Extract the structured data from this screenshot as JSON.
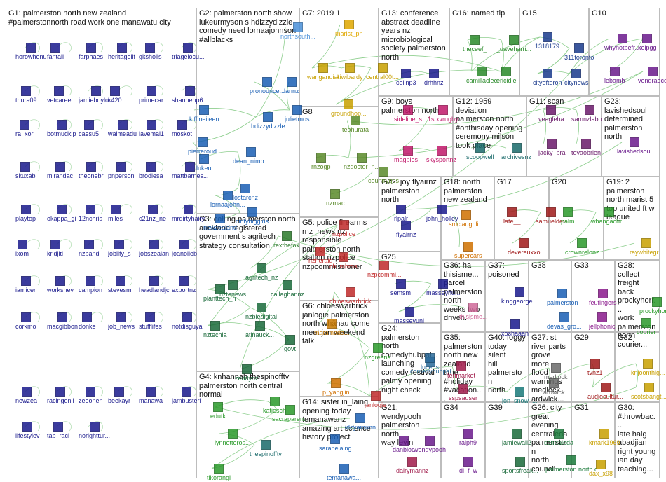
{
  "groups": [
    {
      "id": "G1",
      "label": "G1: palmerston north new zealand\n#palmerstonnorth road work one manawatu city"
    },
    {
      "id": "G2",
      "label": "G2: palmerston north show\nlukeurmyson s hdizzydizzle\ncomedy need lornaajohnson\n#allblacks"
    },
    {
      "id": "G7",
      "label": "G7: 2019 1"
    },
    {
      "id": "G13",
      "label": "G13: conference\nabstract deadline\nyears nz\nmicrobiological\nsociety palmerston\nnorth"
    },
    {
      "id": "G16",
      "label": "G16: named tip"
    },
    {
      "id": "G15",
      "label": "G15"
    },
    {
      "id": "G10",
      "label": "G10"
    },
    {
      "id": "G8",
      "label": "G8"
    },
    {
      "id": "G9",
      "label": "G9: boys\npalmerston north"
    },
    {
      "id": "G12",
      "label": "G12: 1959 deviation\npalmerston north\n#onthisday opening\nceremony milson\ntook place"
    },
    {
      "id": "G11",
      "label": "G11: scan"
    },
    {
      "id": "G23",
      "label": "G23:\nlavishedsoul\ndetermined\npalmerston\nnorth"
    },
    {
      "id": "G22",
      "label": "G22: joy flyairnz\npalmerston north"
    },
    {
      "id": "G18",
      "label": "G18: north\npalmerston\nnew zealand"
    },
    {
      "id": "G17",
      "label": "G17"
    },
    {
      "id": "G20",
      "label": "G20"
    },
    {
      "id": "G19",
      "label": "G19: 2\npalmerston\nnorth marist 5\ntop united ft w\nleague"
    },
    {
      "id": "G3",
      "label": "G3: calling palmerston north\nauckland registered\ngovernment s agritech\nstrategy consultation"
    },
    {
      "id": "G5",
      "label": "G5: police firearms\nrnz_news nz\nresponsible\npalmerston north\nstation nzpolice\nnzpcommissioner"
    },
    {
      "id": "G25",
      "label": "G25"
    },
    {
      "id": "G36",
      "label": "G36: ha\nthisisme...\nparcel\npalmerston\nnorth\nweeks two\ndriven..."
    },
    {
      "id": "G37",
      "label": "G37:\npoisoned"
    },
    {
      "id": "G38",
      "label": "G38"
    },
    {
      "id": "G33",
      "label": "G33"
    },
    {
      "id": "G28",
      "label": "G28: collect\nfreight back\nprockyhorr...\nwork\npalmerston\nnorth\ncourier..."
    },
    {
      "id": "G6",
      "label": "G6: chloeswarbrick\njanlogie palmerston\nnorth whānau come\nmeet jan weekend\ntalk"
    },
    {
      "id": "G24",
      "label": "G24: palmerston\nnorth\ncomedyhubpal...\nlaunching\ncomedy festival\npalmy opening\nnight check"
    },
    {
      "id": "G35",
      "label": "G35:\npalmerston\nnorth new\nzealand\ntime\n#holiday\n#vacation..."
    },
    {
      "id": "G40",
      "label": "G40: foggy\ntoday silent\nhill\npalmerston\nnorth"
    },
    {
      "id": "G27",
      "label": "G27: st\nriver parts\ngrove more\nflood\nwarnings\nmedlock\nardwick..."
    },
    {
      "id": "G29",
      "label": "G29"
    },
    {
      "id": "G32",
      "label": "G32"
    },
    {
      "id": "G4",
      "label": "G4: knhannah thespinofftv\npalmerston north central\nnormal"
    },
    {
      "id": "G14",
      "label": "G14: sister in_laing\nopening today\ntemanawanz\namazing art science\nhistory project"
    },
    {
      "id": "G21",
      "label": "G21: wendypooh\npalmerston north\nway levin"
    },
    {
      "id": "G34",
      "label": "G34"
    },
    {
      "id": "G39",
      "label": "G39"
    },
    {
      "id": "G26",
      "label": "G26: city\ngreat\nevening\ncentraleda\npalmerston\nnorth\ncouncil..."
    },
    {
      "id": "G31",
      "label": "G31"
    },
    {
      "id": "G30",
      "label": "G30:\n#throwbac...\nlate haig\nabadjian\nright young\nian day\nteaching..."
    }
  ],
  "nodes": [
    {
      "g": "G1",
      "name": "horowhenu",
      "color": "#1a1a8c"
    },
    {
      "g": "G1",
      "name": "fantail",
      "color": "#1a1a8c"
    },
    {
      "g": "G1",
      "name": "farphaes",
      "color": "#1a1a8c"
    },
    {
      "g": "G1",
      "name": "heritagelif",
      "color": "#1a1a8c"
    },
    {
      "g": "G1",
      "name": "gksholis",
      "color": "#1a1a8c"
    },
    {
      "g": "G1",
      "name": "triagelocu...",
      "color": "#1a1a8c"
    },
    {
      "g": "G1",
      "name": "thura09",
      "color": "#1a1a8c"
    },
    {
      "g": "G1",
      "name": "vetcaree",
      "color": "#1a1a8c"
    },
    {
      "g": "G1",
      "name": "jamieboylo...",
      "color": "#1a1a8c"
    },
    {
      "g": "G1",
      "name": "k420",
      "color": "#1a1a8c"
    },
    {
      "g": "G1",
      "name": "primecar",
      "color": "#1a1a8c"
    },
    {
      "g": "G1",
      "name": "shannenp6...",
      "color": "#1a1a8c"
    },
    {
      "g": "G1",
      "name": "ra_xor",
      "color": "#1a1a8c"
    },
    {
      "g": "G1",
      "name": "botmudkip",
      "color": "#1a1a8c"
    },
    {
      "g": "G1",
      "name": "caesu5",
      "color": "#1a1a8c"
    },
    {
      "g": "G1",
      "name": "waimeadu",
      "color": "#1a1a8c"
    },
    {
      "g": "G1",
      "name": "lavemai1",
      "color": "#1a1a8c"
    },
    {
      "g": "G1",
      "name": "moskot",
      "color": "#1a1a8c"
    },
    {
      "g": "G1",
      "name": "skuxab",
      "color": "#1a1a8c"
    },
    {
      "g": "G1",
      "name": "mirandac",
      "color": "#1a1a8c"
    },
    {
      "g": "G1",
      "name": "theonebr",
      "color": "#1a1a8c"
    },
    {
      "g": "G1",
      "name": "pnperson",
      "color": "#1a1a8c"
    },
    {
      "g": "G1",
      "name": "brodiesa",
      "color": "#1a1a8c"
    },
    {
      "g": "G1",
      "name": "mattbarnes...",
      "color": "#1a1a8c"
    },
    {
      "g": "G1",
      "name": "playtop",
      "color": "#1a1a8c"
    },
    {
      "g": "G1",
      "name": "okappa_gi",
      "color": "#1a1a8c"
    },
    {
      "g": "G1",
      "name": "12nchris",
      "color": "#1a1a8c"
    },
    {
      "g": "G1",
      "name": "miles",
      "color": "#1a1a8c"
    },
    {
      "g": "G1",
      "name": "c21nz_ne",
      "color": "#1a1a8c"
    },
    {
      "g": "G1",
      "name": "mrdirtyhairy",
      "color": "#1a1a8c"
    },
    {
      "g": "G1",
      "name": "ixom",
      "color": "#1a1a8c"
    },
    {
      "g": "G1",
      "name": "kridjiti",
      "color": "#1a1a8c"
    },
    {
      "g": "G1",
      "name": "nzband",
      "color": "#1a1a8c"
    },
    {
      "g": "G1",
      "name": "joblify_s",
      "color": "#1a1a8c"
    },
    {
      "g": "G1",
      "name": "jobszealan",
      "color": "#1a1a8c"
    },
    {
      "g": "G1",
      "name": "joanolleb",
      "color": "#1a1a8c"
    },
    {
      "g": "G1",
      "name": "iamicer",
      "color": "#1a1a8c"
    },
    {
      "g": "G1",
      "name": "worksnev",
      "color": "#1a1a8c"
    },
    {
      "g": "G1",
      "name": "campion",
      "color": "#1a1a8c"
    },
    {
      "g": "G1",
      "name": "stevesmi",
      "color": "#1a1a8c"
    },
    {
      "g": "G1",
      "name": "headlandjc",
      "color": "#1a1a8c"
    },
    {
      "g": "G1",
      "name": "exportnz",
      "color": "#1a1a8c"
    },
    {
      "g": "G1",
      "name": "corkmo",
      "color": "#1a1a8c"
    },
    {
      "g": "G1",
      "name": "macgibbon",
      "color": "#1a1a8c"
    },
    {
      "g": "G1",
      "name": "donke",
      "color": "#1a1a8c"
    },
    {
      "g": "G1",
      "name": "job_news",
      "color": "#1a1a8c"
    },
    {
      "g": "G1",
      "name": "stufflifes",
      "color": "#1a1a8c"
    },
    {
      "g": "G1",
      "name": "notdisguya",
      "color": "#1a1a8c"
    },
    {
      "g": "G1",
      "name": "newzea",
      "color": "#1a1a8c"
    },
    {
      "g": "G1",
      "name": "racingonli",
      "color": "#1a1a8c"
    },
    {
      "g": "G1",
      "name": "zeeonen",
      "color": "#1a1a8c"
    },
    {
      "g": "G1",
      "name": "beekayr",
      "color": "#1a1a8c"
    },
    {
      "g": "G1",
      "name": "manawa",
      "color": "#1a1a8c"
    },
    {
      "g": "G1",
      "name": "jambusterl",
      "color": "#1a1a8c"
    },
    {
      "g": "G1",
      "name": "lifestylev",
      "color": "#1a1a8c"
    },
    {
      "g": "G1",
      "name": "tab_raci",
      "color": "#1a1a8c"
    },
    {
      "g": "G1",
      "name": "norighttur...",
      "color": "#1a1a8c"
    },
    {
      "g": "G2",
      "name": "northsouth...",
      "color": "#4a90d9"
    },
    {
      "g": "G2",
      "name": "pronounce...",
      "color": "#1a5fb4"
    },
    {
      "g": "G2",
      "name": "lannz",
      "color": "#1a5fb4"
    },
    {
      "g": "G2",
      "name": "julietmos",
      "color": "#1a5fb4"
    },
    {
      "g": "G2",
      "name": "kiffineileen",
      "color": "#1a5fb4"
    },
    {
      "g": "G2",
      "name": "hdizzydizzle",
      "color": "#1a5fb4"
    },
    {
      "g": "G2",
      "name": "pierreroud",
      "color": "#1a5fb4"
    },
    {
      "g": "G2",
      "name": "lukeu",
      "color": "#1a5fb4"
    },
    {
      "g": "G2",
      "name": "dean_nimb...",
      "color": "#1a5fb4"
    },
    {
      "g": "G2",
      "name": "lostarcnz",
      "color": "#1a5fb4"
    },
    {
      "g": "G2",
      "name": "lornaajohn...",
      "color": "#1a5fb4"
    },
    {
      "g": "G2",
      "name": "cintyhiggins",
      "color": "#1a5fb4"
    },
    {
      "g": "G2",
      "name": "newzealand",
      "color": "#1a5fb4"
    },
    {
      "g": "G7",
      "name": "marist_pn",
      "color": "#e0a800"
    },
    {
      "g": "G7",
      "name": "wanganuiaf",
      "color": "#c8a000"
    },
    {
      "g": "G7",
      "name": "kiwibardy",
      "color": "#c8a000"
    },
    {
      "g": "G7",
      "name": "central00t...",
      "color": "#c8a000"
    },
    {
      "g": "G7",
      "name": "groundhop...",
      "color": "#c8a000"
    },
    {
      "g": "G13",
      "name": "colinp3",
      "color": "#1a1a8c"
    },
    {
      "g": "G13",
      "name": "drhhnz",
      "color": "#1a1a8c"
    },
    {
      "g": "G16",
      "name": "theceef_",
      "color": "#2a8a2a"
    },
    {
      "g": "G16",
      "name": "_daveharri...",
      "color": "#2a8a2a"
    },
    {
      "g": "G16",
      "name": "camillaclee",
      "color": "#2a8a2a"
    },
    {
      "g": "G16",
      "name": "ericidle",
      "color": "#2a8a2a"
    },
    {
      "g": "G15",
      "name": "1318179",
      "color": "#1a3a8c"
    },
    {
      "g": "G15",
      "name": "311toronto",
      "color": "#1a3a8c"
    },
    {
      "g": "G15",
      "name": "cityoftoron",
      "color": "#1a3a8c"
    },
    {
      "g": "G15",
      "name": "citynews",
      "color": "#1a3a8c"
    },
    {
      "g": "G10",
      "name": "whynotbefr...",
      "color": "#6a1a8c"
    },
    {
      "g": "G10",
      "name": "kelpgg",
      "color": "#6a1a8c"
    },
    {
      "g": "G10",
      "name": "lebamb",
      "color": "#6a1a8c"
    },
    {
      "g": "G10",
      "name": "vendraoce",
      "color": "#6a1a8c"
    },
    {
      "g": "G8",
      "name": "teohurata",
      "color": "#5a8a2a"
    },
    {
      "g": "G8",
      "name": "rnzogp",
      "color": "#5a8a2a"
    },
    {
      "g": "G8",
      "name": "nzdoctor_n...",
      "color": "#5a8a2a"
    },
    {
      "g": "G8",
      "name": "countrygps",
      "color": "#5a8a2a"
    },
    {
      "g": "G8",
      "name": "nzmac",
      "color": "#5a8a2a"
    },
    {
      "g": "G9",
      "name": "sideline_s",
      "color": "#c0186a"
    },
    {
      "g": "G9",
      "name": "1stxvrugby",
      "color": "#c0186a"
    },
    {
      "g": "G9",
      "name": "magpies_",
      "color": "#c0186a"
    },
    {
      "g": "G9",
      "name": "skysportnz",
      "color": "#c0186a"
    },
    {
      "g": "G12",
      "name": "scoopwell",
      "color": "#1a6a6a"
    },
    {
      "g": "G12",
      "name": "archivesnz",
      "color": "#1a6a6a"
    },
    {
      "g": "G11",
      "name": "veagleha",
      "color": "#6a1a6a"
    },
    {
      "g": "G11",
      "name": "samnzlabo...",
      "color": "#6a1a6a"
    },
    {
      "g": "G11",
      "name": "jacky_bra",
      "color": "#6a1a6a"
    },
    {
      "g": "G11",
      "name": "tovaobrien",
      "color": "#6a1a6a"
    },
    {
      "g": "G23",
      "name": "lavishedsoul",
      "color": "#6a1a8c"
    },
    {
      "g": "G22",
      "name": "rlpalr",
      "color": "#1a1a8c"
    },
    {
      "g": "G22",
      "name": "john_holley",
      "color": "#1a1a8c"
    },
    {
      "g": "G22",
      "name": "flyairnz",
      "color": "#1a1a8c"
    },
    {
      "g": "G18",
      "name": "smclaughli...",
      "color": "#d07000"
    },
    {
      "g": "G18",
      "name": "supercars",
      "color": "#d07000"
    },
    {
      "g": "G17",
      "name": "late__",
      "color": "#a01a1a"
    },
    {
      "g": "G17",
      "name": "samueldev",
      "color": "#a01a1a"
    },
    {
      "g": "G17",
      "name": "devereuxxo",
      "color": "#a01a1a"
    },
    {
      "g": "G20",
      "name": "palm",
      "color": "#2a9a2a"
    },
    {
      "g": "G20",
      "name": "whangachr...",
      "color": "#2a9a2a"
    },
    {
      "g": "G20",
      "name": "crownrelonz",
      "color": "#2a9a2a"
    },
    {
      "g": "G19",
      "name": "raywhitegr...",
      "color": "#c8a000"
    },
    {
      "g": "G3",
      "name": "rexthefox",
      "color": "#2a7a2a"
    },
    {
      "g": "G3",
      "name": "agritech_nz",
      "color": "#1a6a3a"
    },
    {
      "g": "G3",
      "name": "nztenews",
      "color": "#1a6a3a"
    },
    {
      "g": "G3",
      "name": "callaghannz",
      "color": "#1a6a3a"
    },
    {
      "g": "G3",
      "name": "planttech_rr",
      "color": "#1a6a3a"
    },
    {
      "g": "G3",
      "name": "nzbiedigital",
      "color": "#1a6a3a"
    },
    {
      "g": "G3",
      "name": "nztechia",
      "color": "#1a6a3a"
    },
    {
      "g": "G3",
      "name": "atinauck...",
      "color": "#1a6a3a"
    },
    {
      "g": "G3",
      "name": "govt",
      "color": "#1a6a3a"
    },
    {
      "g": "G3",
      "name": "zeddynz",
      "color": "#1a6a3a"
    },
    {
      "g": "G5",
      "name": "nzpolice",
      "color": "#c02a2a"
    },
    {
      "g": "G5",
      "name": "nzherald",
      "color": "#c02a2a"
    },
    {
      "g": "G5",
      "name": "chumbros",
      "color": "#c02a2a"
    },
    {
      "g": "G5",
      "name": "nzpcommi...",
      "color": "#c02a2a"
    },
    {
      "g": "G25",
      "name": "semsm",
      "color": "#1a1a8c"
    },
    {
      "g": "G25",
      "name": "masseyhu...",
      "color": "#1a1a8c"
    },
    {
      "g": "G25",
      "name": "masseyuni",
      "color": "#1a1a8c"
    },
    {
      "g": "G36",
      "name": "thisisme...",
      "color": "#d06a9a"
    },
    {
      "g": "G37",
      "name": "kinggeorge...",
      "color": "#1a1a8c"
    },
    {
      "g": "G37",
      "name": "xoshaaan",
      "color": "#1a1a8c"
    },
    {
      "g": "G38",
      "name": "palmerston",
      "color": "#1a5fb4"
    },
    {
      "g": "G38",
      "name": "devas_gro...",
      "color": "#1a5fb4"
    },
    {
      "g": "G33",
      "name": "feufingers",
      "color": "#8a1a8c"
    },
    {
      "g": "G33",
      "name": "jellphonic",
      "color": "#8a1a8c"
    },
    {
      "g": "G28",
      "name": "prockyhorror",
      "color": "#2a9a2a"
    },
    {
      "g": "G28",
      "name": "courier",
      "color": "#2a9a2a"
    },
    {
      "g": "G6",
      "name": "chloeswarbrick",
      "color": "#c02a2a"
    },
    {
      "g": "G6",
      "name": "maramada...",
      "color": "#c87a00"
    },
    {
      "g": "G6",
      "name": "nzgreens",
      "color": "#2a9a2a"
    },
    {
      "g": "G6",
      "name": "p_yangjin",
      "color": "#d07000"
    },
    {
      "g": "G6",
      "name": "janlogie",
      "color": "#c02a2a"
    },
    {
      "g": "G24",
      "name": "comedyhubpal",
      "color": "#2a6a9a"
    },
    {
      "g": "G24",
      "name": "lucens",
      "color": "#2a6a9a"
    },
    {
      "g": "G35",
      "name": "terimarket",
      "color": "#a01a4a"
    },
    {
      "g": "G35",
      "name": "sspsauser",
      "color": "#a01a4a"
    },
    {
      "g": "G40",
      "name": "jon_snow_...",
      "color": "#1a7a7a"
    },
    {
      "g": "G27",
      "name": "medlock",
      "color": "#6a6a6a"
    },
    {
      "g": "G27",
      "name": "ardwick",
      "color": "#6a6a6a"
    },
    {
      "g": "G29",
      "name": "tvnz1",
      "color": "#a01a1a"
    },
    {
      "g": "G29",
      "name": "audiocultur...",
      "color": "#a01a1a"
    },
    {
      "g": "G32",
      "name": "knjoonthig...",
      "color": "#c8a000"
    },
    {
      "g": "G32",
      "name": "scotsbangt...",
      "color": "#c8a000"
    },
    {
      "g": "G4",
      "name": "edutk",
      "color": "#2a9a2a"
    },
    {
      "g": "G4",
      "name": "katiesch",
      "color": "#2a9a2a"
    },
    {
      "g": "G4",
      "name": "sacraparen...",
      "color": "#2a9a2a"
    },
    {
      "g": "G4",
      "name": "lynnetteros...",
      "color": "#2a9a2a"
    },
    {
      "g": "G4",
      "name": "thespinofftv",
      "color": "#1a6a6a"
    },
    {
      "g": "G4",
      "name": "tikorangi",
      "color": "#2a9a2a"
    },
    {
      "g": "G14",
      "name": "idoyamunn",
      "color": "#1a5fb4"
    },
    {
      "g": "G14",
      "name": "saranelaing",
      "color": "#1a5fb4"
    },
    {
      "g": "G14",
      "name": "temanawa...",
      "color": "#1a5fb4"
    },
    {
      "g": "G21",
      "name": "danbioc",
      "color": "#6a1a8c"
    },
    {
      "g": "G21",
      "name": "wendypooh",
      "color": "#6a1a8c"
    },
    {
      "g": "G21",
      "name": "dairymannz",
      "color": "#a01a4a"
    },
    {
      "g": "G34",
      "name": "ralph9",
      "color": "#6a1a8c"
    },
    {
      "g": "G34",
      "name": "di_f_w",
      "color": "#6a1a8c"
    },
    {
      "g": "G39",
      "name": "jamiewall2",
      "color": "#1a6a3a"
    },
    {
      "g": "G39",
      "name": "sportsfreak...",
      "color": "#1a6a3a"
    },
    {
      "g": "G26",
      "name": "centraleda",
      "color": "#1a7a3a"
    },
    {
      "g": "G26",
      "name": "palmerston north council",
      "color": "#1a7a3a"
    },
    {
      "g": "G31",
      "name": "kmark1969",
      "color": "#c8a000"
    },
    {
      "g": "G31",
      "name": "dax_x98",
      "color": "#c8a000"
    }
  ]
}
